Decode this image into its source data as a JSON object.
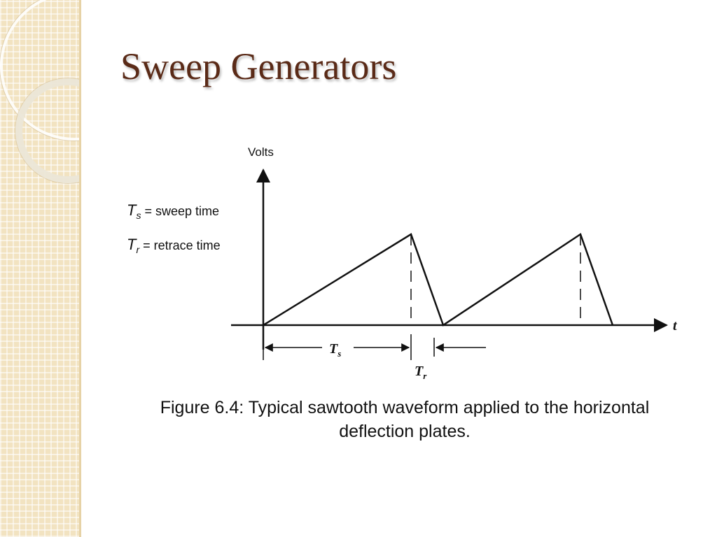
{
  "slide": {
    "title": "Sweep Generators",
    "caption_line1": "Figure 6.4: Typical sawtooth waveform applied to the horizontal",
    "caption_line2": "deflection plates."
  },
  "diagram": {
    "y_axis_label": "Volts",
    "x_axis_label": "t",
    "legend": [
      {
        "symbol": "T",
        "subscript": "s",
        "text": " = sweep time"
      },
      {
        "symbol": "T",
        "subscript": "r",
        "text": " = retrace time"
      }
    ],
    "ts_label": {
      "symbol": "T",
      "subscript": "s"
    },
    "tr_label": {
      "symbol": "T",
      "subscript": "r"
    }
  },
  "colors": {
    "title": "#5a2a17",
    "sidebar": "#f2e3c1",
    "line": "#111111"
  }
}
